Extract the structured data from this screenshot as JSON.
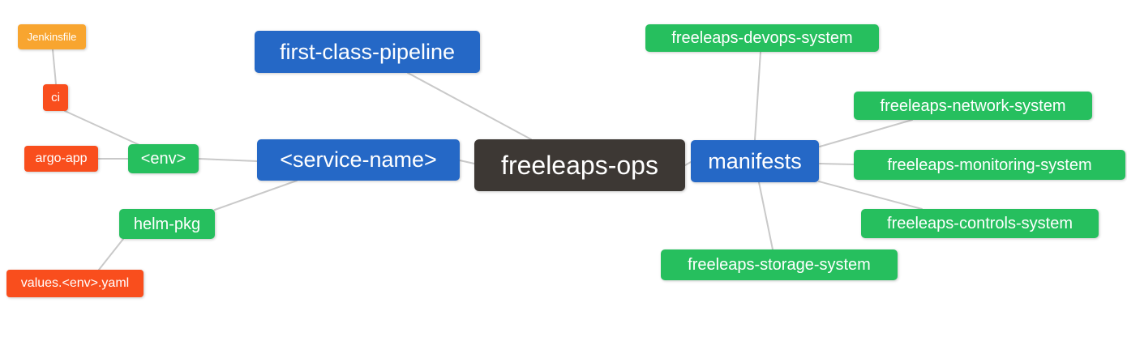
{
  "palette": {
    "root_bg": "#3D3834",
    "level1_bg": "#2568C6",
    "level2_bg": "#26BF5E",
    "level3_bg": "#F94E1D",
    "level4_bg": "#F8A52F",
    "edge": "#C9C9C9",
    "text": "#FFFFFF"
  },
  "nodes": {
    "root": {
      "label": "freeleaps-ops"
    },
    "first_class_pipeline": {
      "label": "first-class-pipeline"
    },
    "service_name": {
      "label": "<service-name>"
    },
    "manifests": {
      "label": "manifests"
    },
    "env": {
      "label": "<env>"
    },
    "helm_pkg": {
      "label": "helm-pkg"
    },
    "argo_app": {
      "label": "argo-app"
    },
    "ci": {
      "label": "ci"
    },
    "jenkinsfile": {
      "label": "Jenkinsfile"
    },
    "values_env_yaml": {
      "label": "values.<env>.yaml"
    },
    "devops_system": {
      "label": "freeleaps-devops-system"
    },
    "network_system": {
      "label": "freeleaps-network-system"
    },
    "monitoring_system": {
      "label": "freeleaps-monitoring-system"
    },
    "controls_system": {
      "label": "freeleaps-controls-system"
    },
    "storage_system": {
      "label": "freeleaps-storage-system"
    }
  }
}
